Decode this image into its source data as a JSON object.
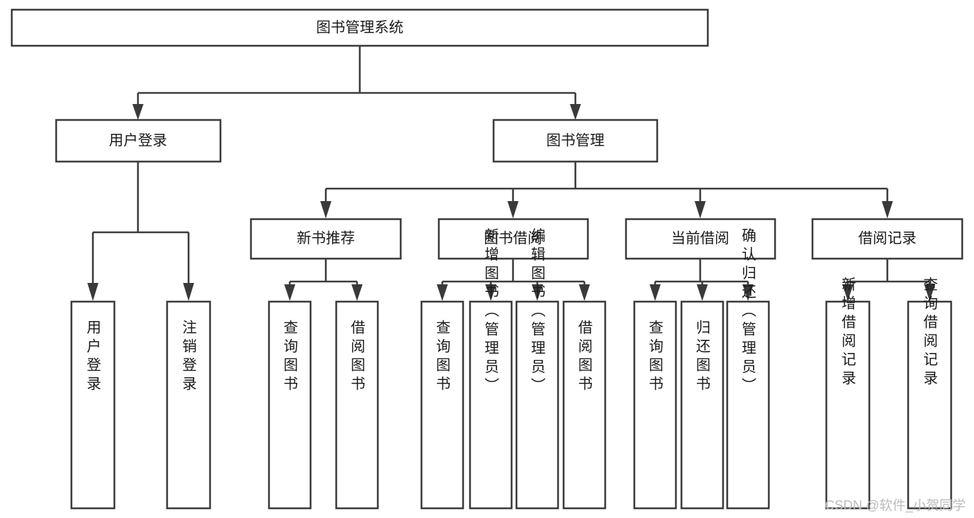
{
  "diagram": {
    "type": "tree",
    "title": "图书管理系统",
    "orientation": "top-down",
    "root": {
      "id": "root",
      "label": "图书管理系统"
    },
    "level2": [
      {
        "id": "user-login",
        "label": "用户登录"
      },
      {
        "id": "book-manage",
        "label": "图书管理"
      }
    ],
    "level3": [
      {
        "id": "new-book-recommend",
        "label": "新书推荐"
      },
      {
        "id": "book-borrow",
        "label": "图书借阅"
      },
      {
        "id": "current-borrow",
        "label": "当前借阅"
      },
      {
        "id": "borrow-record",
        "label": "借阅记录"
      }
    ],
    "leaves": [
      {
        "id": "leaf-user-login",
        "label": "用户登录",
        "parent": "user-login"
      },
      {
        "id": "leaf-logout-login",
        "label": "注销登录",
        "parent": "user-login"
      },
      {
        "id": "leaf-query-book-1",
        "label": "查询图书",
        "parent": "new-book-recommend"
      },
      {
        "id": "leaf-borrow-book-1",
        "label": "借阅图书",
        "parent": "new-book-recommend"
      },
      {
        "id": "leaf-query-book-2",
        "label": "查询图书",
        "parent": "book-borrow"
      },
      {
        "id": "leaf-add-book",
        "label": "新增图书（管理员）",
        "parent": "book-borrow"
      },
      {
        "id": "leaf-edit-book",
        "label": "编辑图书（管理员）",
        "parent": "book-borrow"
      },
      {
        "id": "leaf-borrow-book-2",
        "label": "借阅图书",
        "parent": "book-borrow"
      },
      {
        "id": "leaf-query-book-3",
        "label": "查询图书",
        "parent": "current-borrow"
      },
      {
        "id": "leaf-return-book",
        "label": "归还图书",
        "parent": "current-borrow"
      },
      {
        "id": "leaf-confirm-return",
        "label": "确认归还（管理员）",
        "parent": "current-borrow"
      },
      {
        "id": "leaf-add-record",
        "label": "新增借阅记录",
        "parent": "borrow-record"
      },
      {
        "id": "leaf-query-record",
        "label": "查询借阅记录",
        "parent": "borrow-record"
      }
    ]
  },
  "watermark": {
    "text": "CSDN @软件_小贺同学"
  },
  "colors": {
    "stroke": "#3a3a3a",
    "fill": "#ffffff",
    "text": "#1b1b1b",
    "watermark": "#bcbcbc"
  }
}
